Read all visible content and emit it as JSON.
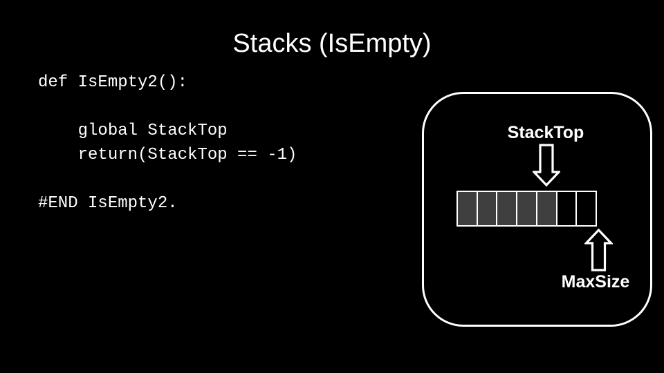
{
  "slide": {
    "title": "Stacks (IsEmpty)"
  },
  "code": {
    "lines": [
      "def IsEmpty2():",
      "",
      "    global StackTop",
      "    return(StackTop == -1)",
      "",
      "#END IsEmpty2."
    ]
  },
  "diagram": {
    "stack_top_label": "StackTop",
    "max_size_label": "MaxSize",
    "array": {
      "total_cells": 7,
      "filled_cells": 5,
      "filled_color": "#3f3f3f",
      "empty_color": "#000000",
      "border_color": "#ffffff"
    },
    "panel_border_color": "#ffffff"
  },
  "colors": {
    "background": "#000000",
    "text": "#ffffff"
  }
}
